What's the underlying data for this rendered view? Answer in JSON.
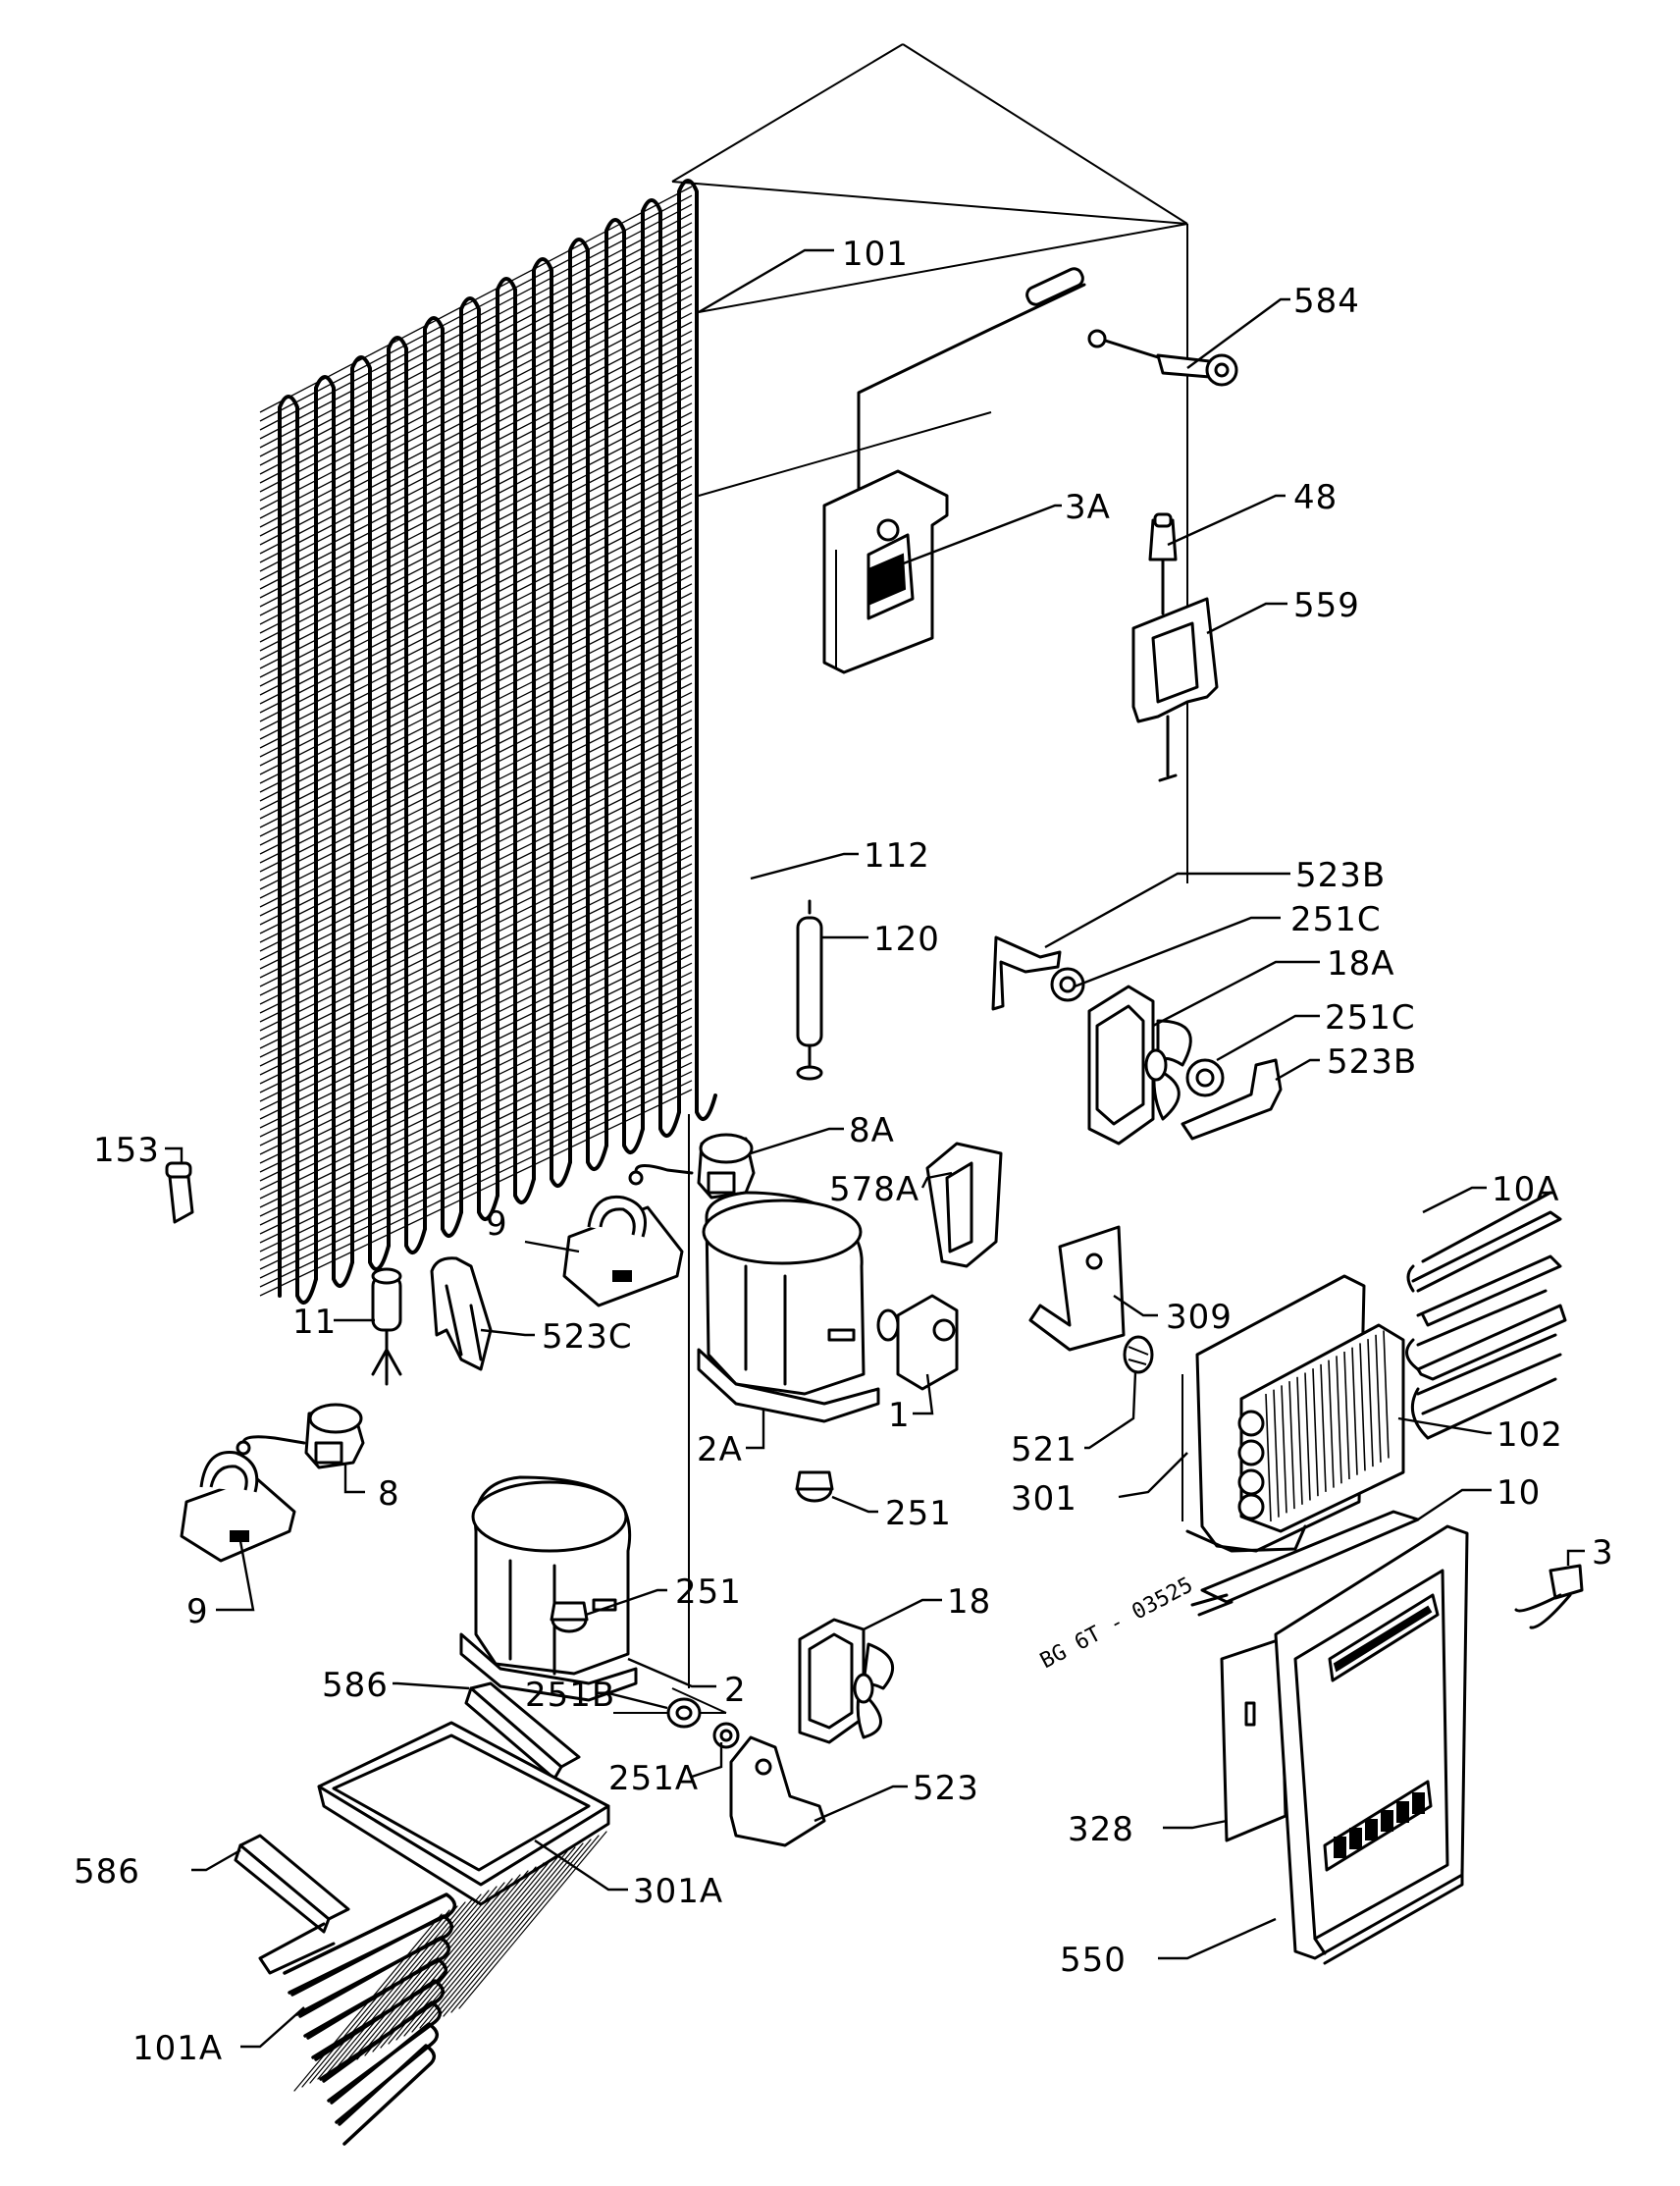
{
  "diagram": {
    "stamp": "BG 6T - 03525",
    "labels": {
      "l101": "101",
      "l584": "584",
      "l3A": "3A",
      "l48": "48",
      "l559": "559",
      "l112": "112",
      "l120": "120",
      "l523B_top": "523B",
      "l251C_top": "251C",
      "l18A": "18A",
      "l251C_bot": "251C",
      "l523B_bot": "523B",
      "l153": "153",
      "l8A": "8A",
      "l578A": "578A",
      "l10A": "10A",
      "l9_upper": "9",
      "l309": "309",
      "l11": "11",
      "l523C": "523C",
      "l102": "102",
      "l2A": "2A",
      "l1": "1",
      "l521": "521",
      "l8": "8",
      "l251_mid": "251",
      "l301": "301",
      "l10": "10",
      "l2": "2",
      "l3": "3",
      "l9_lower": "9",
      "l251_low": "251",
      "l18": "18",
      "l586_top": "586",
      "l251B": "251B",
      "l251A": "251A",
      "l523": "523",
      "l328": "328",
      "l586_left": "586",
      "l301A": "301A",
      "l550": "550",
      "l101A": "101A"
    }
  }
}
